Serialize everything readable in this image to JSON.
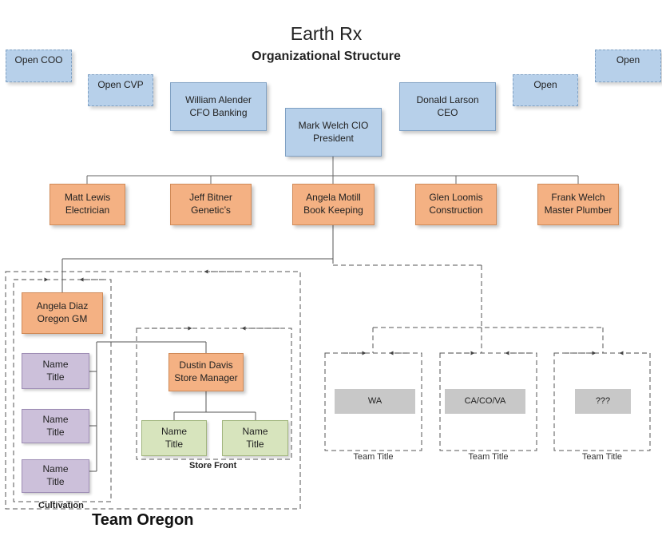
{
  "title": "Earth Rx",
  "subtitle": "Organizational Structure",
  "open_positions": {
    "coo": "Open COO",
    "cvp": "Open CVP",
    "open_right_1": "Open",
    "open_right_2": "Open"
  },
  "executives": {
    "alender": {
      "name": "William Alender",
      "role": "CFO Banking"
    },
    "larson": {
      "name": "Donald Larson",
      "role": "CEO"
    },
    "welch": {
      "name": "Mark Welch CIO",
      "role": "President"
    }
  },
  "managers": [
    {
      "name": "Matt Lewis",
      "role": "Electrician"
    },
    {
      "name": "Jeff Bitner",
      "role": "Genetic’s"
    },
    {
      "name": "Angela Motill",
      "role": "Book Keeping"
    },
    {
      "name": "Glen Loomis",
      "role": "Construction"
    },
    {
      "name": "Frank Welch",
      "role": "Master Plumber"
    }
  ],
  "oregon": {
    "gm": {
      "name": "Angela Diaz",
      "role": "Oregon GM"
    },
    "store_manager": {
      "name": "Dustin Davis",
      "role": "Store Manager"
    },
    "cultivation_staff": [
      {
        "name": "Name",
        "role": "Title"
      },
      {
        "name": "Name",
        "role": "Title"
      },
      {
        "name": "Name",
        "role": "Title"
      }
    ],
    "store_staff": [
      {
        "name": "Name",
        "role": "Title"
      },
      {
        "name": "Name",
        "role": "Title"
      }
    ],
    "cultivation_label": "Cultivation",
    "store_front_label": "Store Front",
    "team_label": "Team Oregon"
  },
  "other_teams": [
    {
      "state": "WA",
      "caption": "Team Title"
    },
    {
      "state": "CA/CO/VA",
      "caption": "Team Title"
    },
    {
      "state": "???",
      "caption": "Team Title"
    }
  ],
  "colors": {
    "executive_fill": "#b7d0ea",
    "manager_fill": "#f4b183",
    "cultivation_fill": "#ccc0da",
    "store_fill": "#d7e4bd",
    "team_state_fill": "#c8c8c8",
    "connector": "#555555"
  }
}
